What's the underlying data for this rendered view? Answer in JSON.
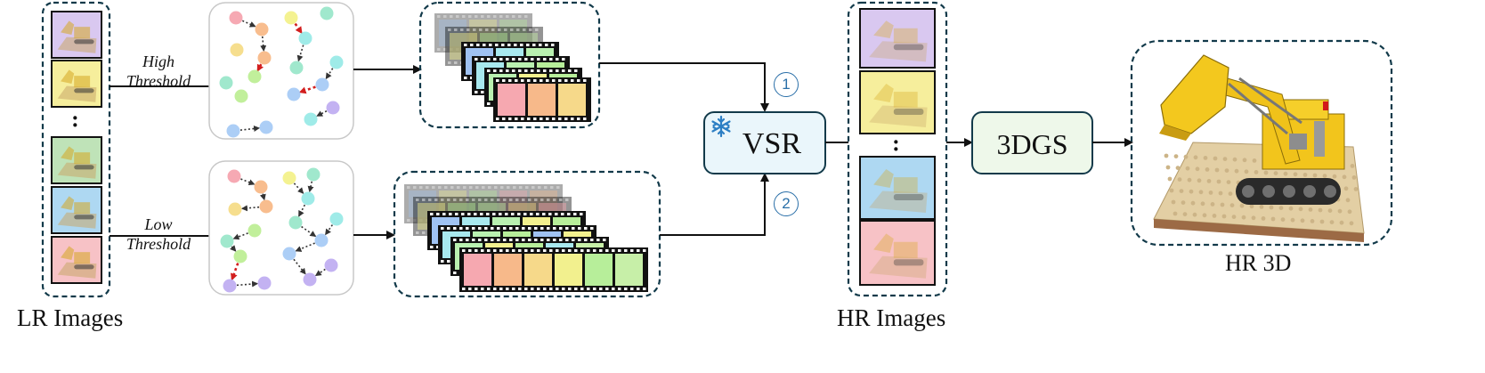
{
  "labels": {
    "lr_images": "LR Images",
    "hr_images": "HR Images",
    "hr_3d": "HR 3D",
    "high_threshold": [
      "High",
      "Threshold"
    ],
    "low_threshold": [
      "Low",
      "Threshold"
    ],
    "vsr": "VSR",
    "gs": "3DGS",
    "step1": "1",
    "step2": "2"
  },
  "icons": {
    "frozen": "snowflake-icon",
    "ellipsis": "vertical-ellipsis-icon"
  },
  "colors": {
    "frame_tints": [
      "#d9c8f0",
      "#f6ee9c",
      "#bfe3b8",
      "#aed8f2",
      "#f7c2c6"
    ],
    "film_cells": [
      "#f6a8b0",
      "#f7b98a",
      "#f6d98a",
      "#f2f08e",
      "#b7ee9a",
      "#c7efa8"
    ],
    "film_back": [
      "#9fc2f2",
      "#a8e8ee",
      "#b9f0b0"
    ],
    "vsr_fill": "#eaf6fb",
    "gs_fill": "#eef8ea",
    "dot_colors": [
      "#f59aa6",
      "#f7b27a",
      "#f4d87a",
      "#f2f07e",
      "#b6ec8a",
      "#8fe4c4",
      "#8ee8e4",
      "#9ec6f4",
      "#b9a4f0",
      "#d8a8f0"
    ],
    "accent_red": "#d21e1e",
    "step_blue": "#2a6fa8"
  }
}
